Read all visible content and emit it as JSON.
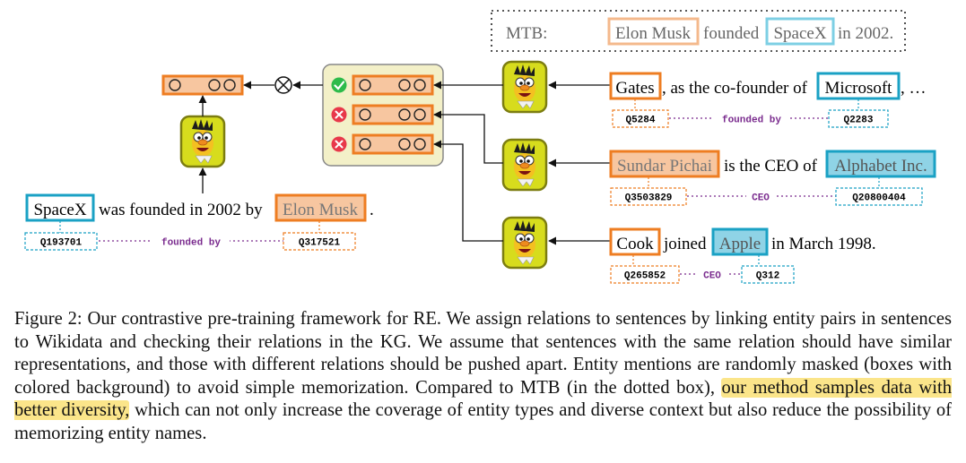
{
  "colors": {
    "orange": "#ee7d22",
    "orange_fill": "#f7c6a0",
    "teal": "#1aa1c4",
    "teal_fill": "#8fd3e6",
    "purple": "#7a2b8e",
    "check_green": "#2dbb4a",
    "cross_red": "#e8384a",
    "panel_fill": "#f3f0c8",
    "highlight": "#fbe58a"
  },
  "icons": {
    "face": "bert-character-icon",
    "check": "check-icon",
    "cross": "cross-icon",
    "combine": "circle-times-icon"
  },
  "mtb": {
    "label": "MTB:",
    "head": "Elon Musk",
    "middle": "founded",
    "tail": "SpaceX",
    "end": "in 2002."
  },
  "query": {
    "head": "SpaceX",
    "middle": "was founded in 2002 by",
    "tail": "Elon Musk",
    "end": ".",
    "head_id": "Q193701",
    "relation": "founded by",
    "tail_id": "Q317521"
  },
  "samples": [
    {
      "head": "Gates",
      "middle": ", as the co-founder of",
      "tail": "Microsoft",
      "end": ", …",
      "head_id": "Q5284",
      "relation": "founded by",
      "tail_id": "Q2283"
    },
    {
      "head": "Sundar Pichai",
      "middle": "is the CEO of",
      "tail": "Alphabet Inc.",
      "end": "",
      "head_id": "Q3503829",
      "relation": "CEO",
      "tail_id": "Q20800404"
    },
    {
      "head": "Cook",
      "middle": "joined",
      "tail": "Apple",
      "end": "in March 1998.",
      "head_id": "Q265852",
      "relation": "CEO",
      "tail_id": "Q312"
    }
  ],
  "caption": {
    "part1": "Figure 2: Our contrastive pre-training framework for RE. We assign relations to sentences by linking entity pairs in sentences to Wikidata and checking their relations in the KG. We assume that sentences with the same relation should have similar representations, and those with different relations should be pushed apart.  Entity mentions are randomly masked (boxes with colored background) to avoid simple memorization. Compared to MTB (in the dotted box), ",
    "highlight": "our method samples data with better diversity,",
    "part2": " which can not only increase the coverage of entity types and diverse context but also reduce the possibility of memorizing entity names."
  }
}
